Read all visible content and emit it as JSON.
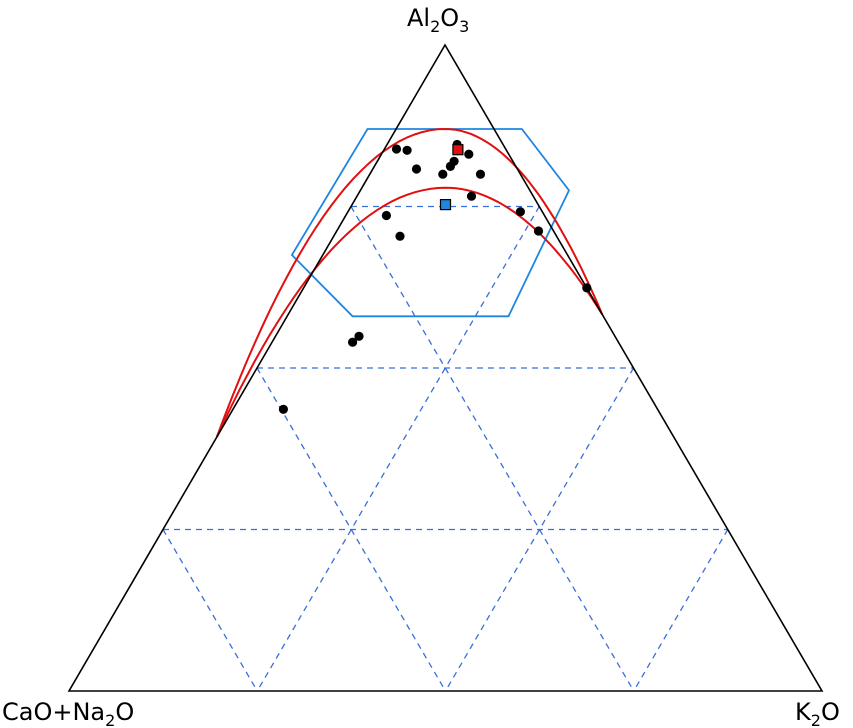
{
  "chart_data": {
    "type": "scatter",
    "subtype": "ternary",
    "vertices": {
      "top": {
        "main": "Al",
        "sub1": "2",
        "mid": "O",
        "sub2": "3"
      },
      "left": {
        "main": "CaO+Na",
        "sub1": "2",
        "mid": "O",
        "sub2": ""
      },
      "right": {
        "main": "K",
        "sub1": "2",
        "mid": "O",
        "sub2": ""
      }
    },
    "coordinates": "[Al2O3, CaO+Na2O, K2O] fractions",
    "grid": {
      "on": true,
      "style": "dashed",
      "levels": [
        0.25,
        0.5,
        0.75
      ],
      "color": "#3a6fd8"
    },
    "colors": {
      "frame": "#000000",
      "grid": "#3a6fd8",
      "hexagon": "#1f86e0",
      "curves": "#e01010",
      "points": "#000000",
      "red_marker": "#e01010",
      "blue_marker": "#1f86e0"
    },
    "points": [
      [
        0.846,
        0.061,
        0.093
      ],
      [
        0.839,
        0.145,
        0.016
      ],
      [
        0.837,
        0.132,
        0.031
      ],
      [
        0.82,
        0.078,
        0.102
      ],
      [
        0.831,
        0.053,
        0.116
      ],
      [
        0.812,
        0.087,
        0.101
      ],
      [
        0.808,
        0.134,
        0.058
      ],
      [
        0.8,
        0.103,
        0.097
      ],
      [
        0.8,
        0.053,
        0.147
      ],
      [
        0.766,
        0.082,
        0.152
      ],
      [
        0.742,
        0.029,
        0.229
      ],
      [
        0.736,
        0.21,
        0.054
      ],
      [
        0.712,
        0.02,
        0.268
      ],
      [
        0.704,
        0.208,
        0.088
      ],
      [
        0.624,
        0.0,
        0.376
      ],
      [
        0.549,
        0.34,
        0.111
      ],
      [
        0.54,
        0.353,
        0.107
      ],
      [
        0.436,
        0.497,
        0.067
      ]
    ],
    "markers": [
      {
        "shape": "square",
        "color": "red",
        "values": [
          0.838,
          0.064,
          0.098
        ]
      },
      {
        "shape": "square",
        "color": "blue",
        "values": [
          0.753,
          0.123,
          0.124
        ]
      }
    ],
    "hexagon": [
      [
        0.87,
        0.168,
        -0.038
      ],
      [
        0.87,
        -0.037,
        0.167
      ],
      [
        0.775,
        -0.052,
        0.277
      ],
      [
        0.58,
        0.126,
        0.294
      ],
      [
        0.58,
        0.333,
        0.087
      ],
      [
        0.675,
        0.366,
        -0.041
      ]
    ],
    "curves": [
      {
        "name": "",
        "apex": [
          0.87,
          0.065,
          0.065
        ],
        "ends": [
          [
            0.393,
            0.607,
            0.0
          ],
          [
            0.583,
            0.0,
            0.417
          ]
        ]
      },
      {
        "name": "",
        "apex": [
          0.779,
          0.11,
          0.111
        ],
        "ends": [
          [
            0.393,
            0.607,
            0.0
          ],
          [
            0.583,
            0.0,
            0.417
          ]
        ]
      }
    ]
  }
}
